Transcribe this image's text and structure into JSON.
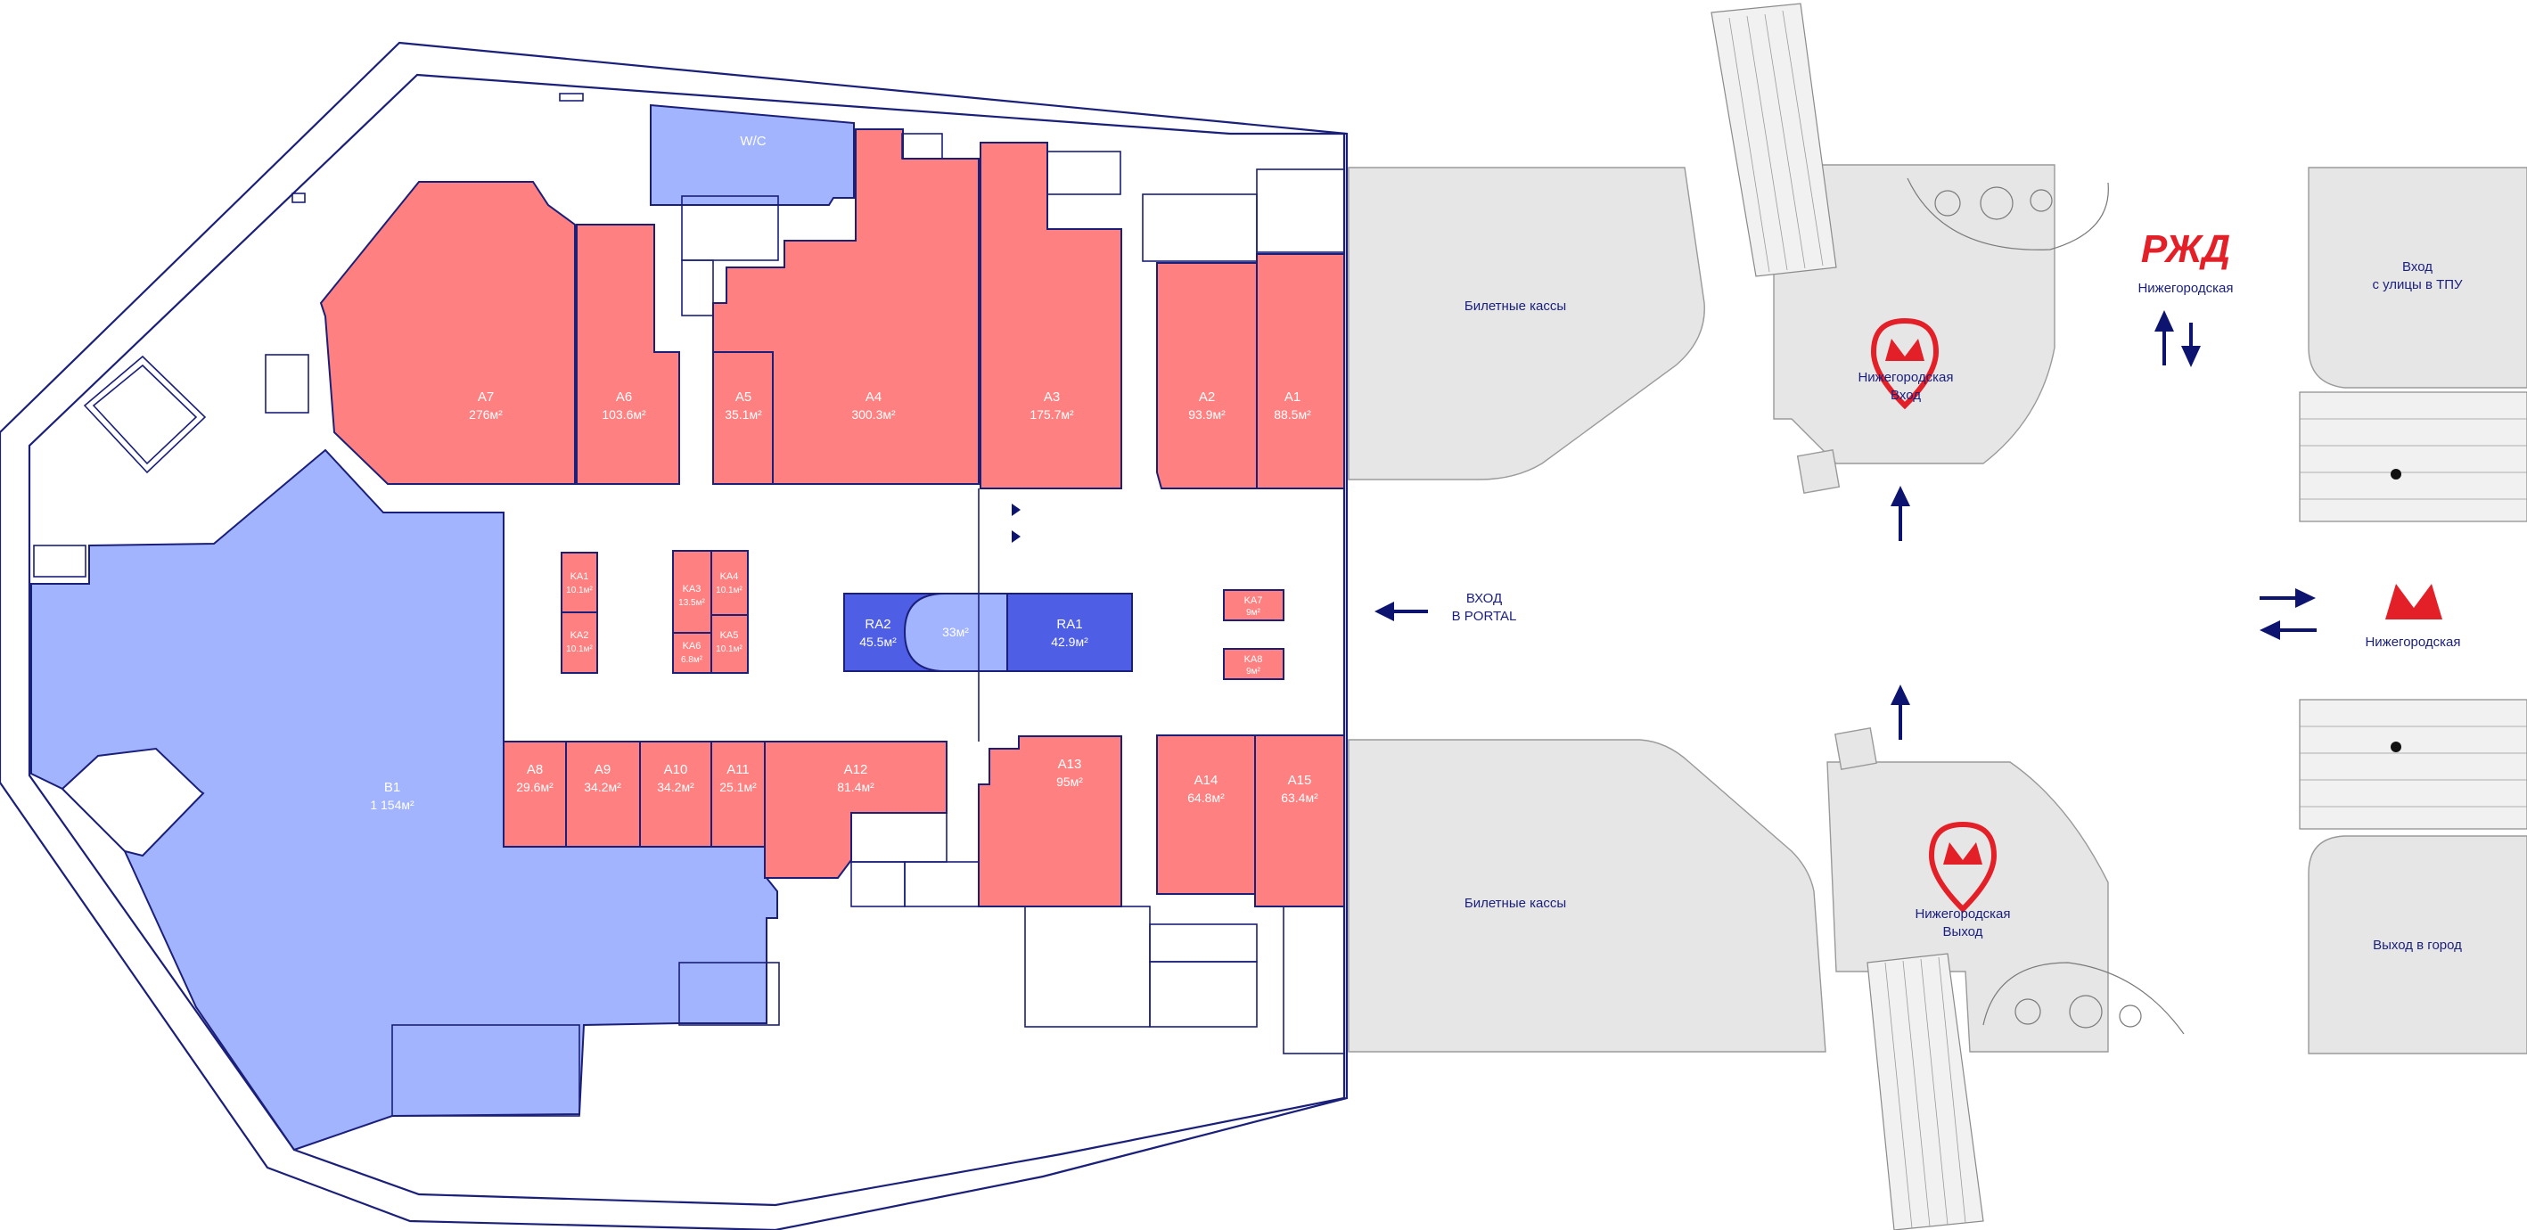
{
  "colors": {
    "retail_red": "#ff8080",
    "anchor_blue": "#a3b4ff",
    "island_blue": "#4e5fe6",
    "wall": "#1a1f7a",
    "zone_grey": "#e6e6e6",
    "metro_red": "#e32028",
    "rzd_red": "#e32028",
    "arrow": "#0d1470"
  },
  "units": [
    {
      "id": "A7",
      "name": "A7",
      "area": "276м²",
      "kind": "red"
    },
    {
      "id": "A6",
      "name": "A6",
      "area": "103.6м²",
      "kind": "red"
    },
    {
      "id": "A5",
      "name": "A5",
      "area": "35.1м²",
      "kind": "red"
    },
    {
      "id": "A4",
      "name": "A4",
      "area": "300.3м²",
      "kind": "red"
    },
    {
      "id": "A3",
      "name": "A3",
      "area": "175.7м²",
      "kind": "red"
    },
    {
      "id": "A2",
      "name": "A2",
      "area": "93.9м²",
      "kind": "red"
    },
    {
      "id": "A1",
      "name": "A1",
      "area": "88.5м²",
      "kind": "red"
    },
    {
      "id": "A8",
      "name": "A8",
      "area": "29.6м²",
      "kind": "red"
    },
    {
      "id": "A9",
      "name": "A9",
      "area": "34.2м²",
      "kind": "red"
    },
    {
      "id": "A10",
      "name": "A10",
      "area": "34.2м²",
      "kind": "red"
    },
    {
      "id": "A11",
      "name": "A11",
      "area": "25.1м²",
      "kind": "red"
    },
    {
      "id": "A12",
      "name": "A12",
      "area": "81.4м²",
      "kind": "red"
    },
    {
      "id": "A13",
      "name": "A13",
      "area": "95м²",
      "kind": "red"
    },
    {
      "id": "A14",
      "name": "A14",
      "area": "64.8м²",
      "kind": "red"
    },
    {
      "id": "A15",
      "name": "A15",
      "area": "63.4м²",
      "kind": "red"
    },
    {
      "id": "KA1",
      "name": "KA1",
      "area": "10.1м²",
      "kind": "red"
    },
    {
      "id": "KA2",
      "name": "KA2",
      "area": "10.1м²",
      "kind": "red"
    },
    {
      "id": "KA3",
      "name": "KA3",
      "area": "13.5м²",
      "kind": "red"
    },
    {
      "id": "KA4",
      "name": "KA4",
      "area": "10.1м²",
      "kind": "red"
    },
    {
      "id": "KA5",
      "name": "KA5",
      "area": "10.1м²",
      "kind": "red"
    },
    {
      "id": "KA6",
      "name": "KA6",
      "area": "6.8м²",
      "kind": "red"
    },
    {
      "id": "KA7",
      "name": "KA7",
      "area": "9м²",
      "kind": "red"
    },
    {
      "id": "KA8",
      "name": "KA8",
      "area": "9м²",
      "kind": "red"
    },
    {
      "id": "B1",
      "name": "B1",
      "area": "1 154м²",
      "kind": "blue"
    },
    {
      "id": "RA1",
      "name": "RA1",
      "area": "42.9м²",
      "kind": "island"
    },
    {
      "id": "RA2",
      "name": "RA2",
      "area": "45.5м²",
      "kind": "island"
    },
    {
      "id": "center",
      "name": "",
      "area": "33м²",
      "kind": "blue"
    }
  ],
  "wc_label": "W/C",
  "zones": {
    "tickets_top": "Билетные кассы",
    "tickets_bottom": "Билетные кассы"
  },
  "entrance": {
    "line1": "ВХОД",
    "line2": "В PORTAL"
  },
  "metro_entry": {
    "line1": "Нижегородская",
    "line2": "Вход"
  },
  "metro_exit": {
    "line1": "Нижегородская",
    "line2": "Выход"
  },
  "rzd": {
    "logo": "РЖД",
    "station": "Нижегородская"
  },
  "metro_main": {
    "station": "Нижегородская"
  },
  "street_entry": {
    "line1": "Вход",
    "line2": "с улицы в ТПУ"
  },
  "city_exit": "Выход в город",
  "icons": [
    "metro-logo-icon",
    "rzd-logo-icon",
    "arrow-left-icon",
    "arrow-up-icon",
    "arrow-down-icon",
    "arrow-right-icon"
  ]
}
